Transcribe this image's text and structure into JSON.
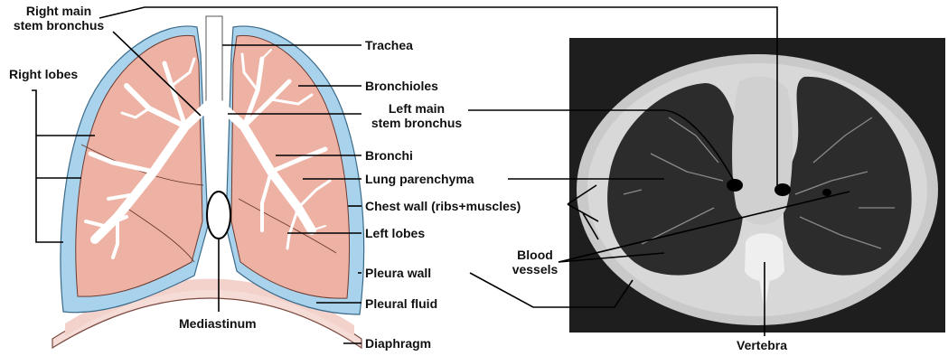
{
  "labels": {
    "right_main_stem_bronchus": [
      "Right main",
      "stem bronchus"
    ],
    "right_lobes": "Right lobes",
    "trachea": "Trachea",
    "bronchioles": "Bronchioles",
    "left_main_stem_bronchus": [
      "Left main",
      "stem bronchus"
    ],
    "bronchi": "Bronchi",
    "lung_parenchyma": "Lung parenchyma",
    "chest_wall": "Chest wall (ribs+muscles)",
    "left_lobes": "Left lobes",
    "blood_vessels": [
      "Blood",
      "vessels"
    ],
    "pleura_wall": "Pleura wall",
    "pleural_fluid": "Pleural fluid",
    "mediastinum": "Mediastinum",
    "diaphragm": "Diaphragm",
    "vertebra": "Vertebra"
  },
  "colors": {
    "pleura_blue": "#a9d3ec",
    "pleura_outline": "#3a6a8a",
    "lung_pink": "#eeb2a4",
    "bronchi_white": "#ffffff",
    "diaphragm_pink": "#f6dcd6",
    "leader_line": "#000000",
    "ct_background": "#1e1e1e",
    "ct_body": "#d3d3d3",
    "ct_lung": "#2a2a2a"
  }
}
